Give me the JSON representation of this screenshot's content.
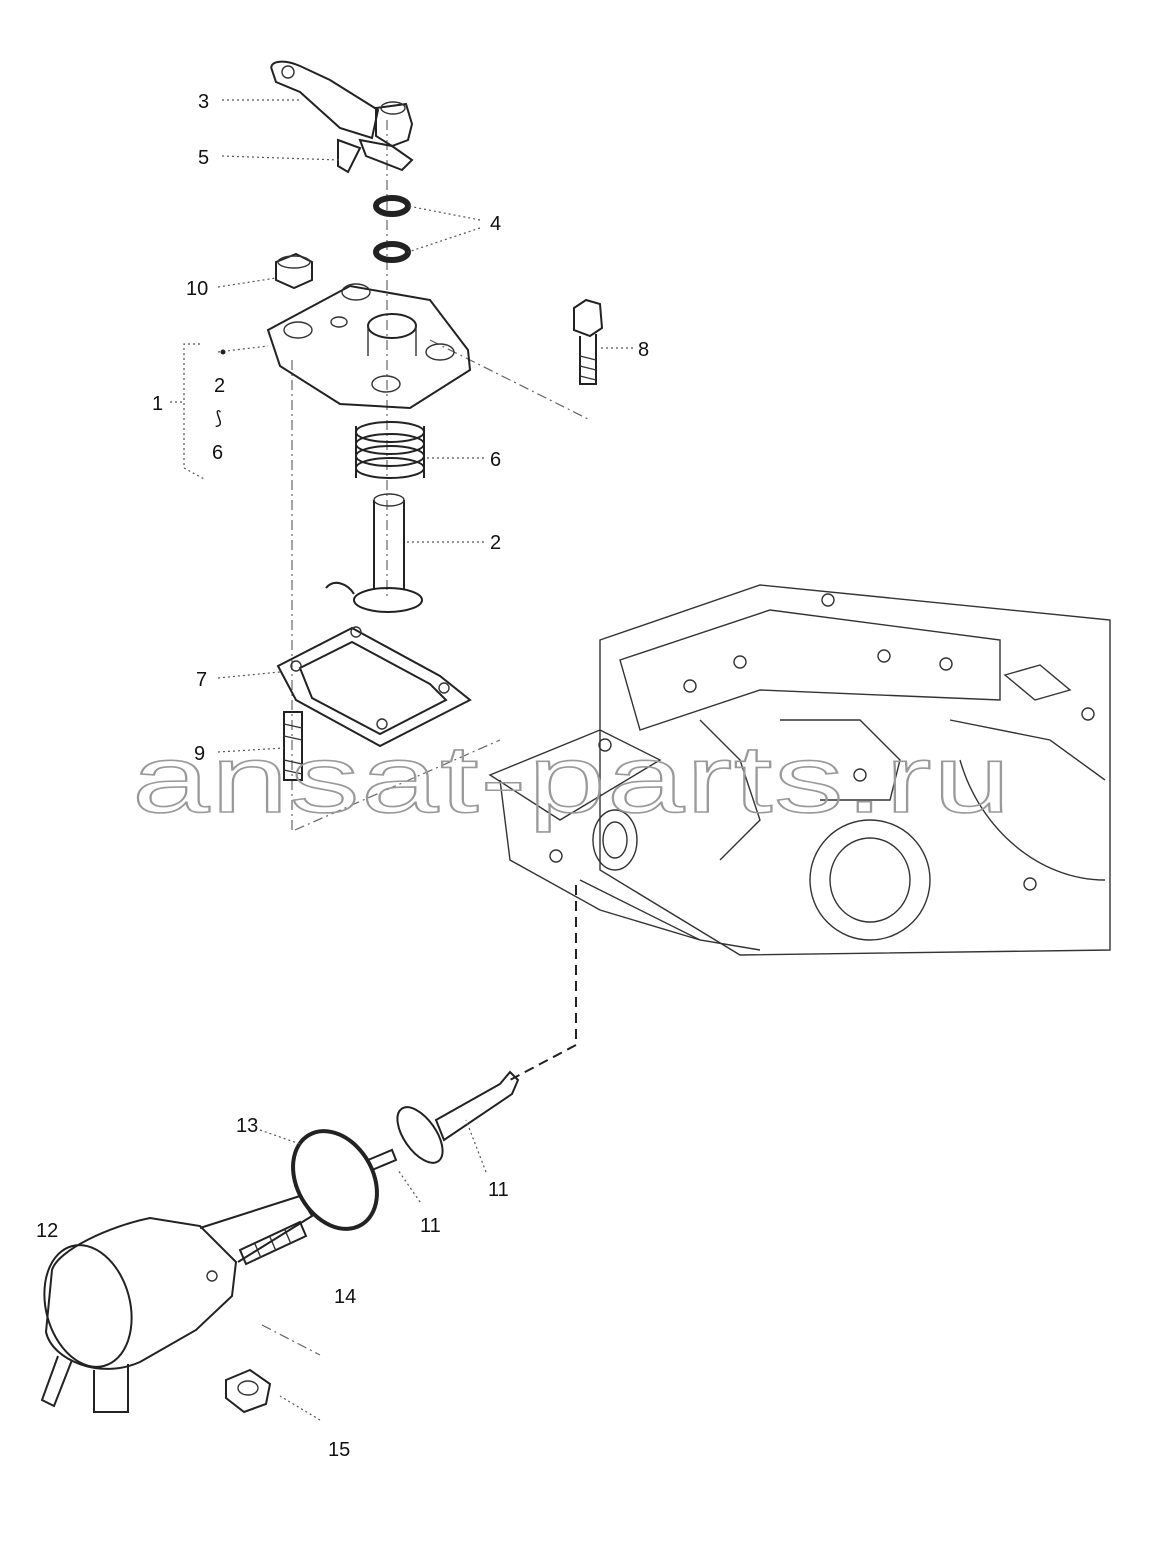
{
  "callouts": {
    "c1": "1",
    "c2a": "2",
    "c2b": "2",
    "c3": "3",
    "c4": "4",
    "c5": "5",
    "c6a": "6",
    "c6b": "6",
    "c7": "7",
    "c8": "8",
    "c9": "9",
    "c10": "10",
    "c11a": "11",
    "c11b": "11",
    "c12": "12",
    "c13": "13",
    "c14": "14",
    "c15": "15"
  },
  "group_range_marker": "⟆",
  "watermark": "ansat-parts.ru",
  "colors": {
    "line": "#222222",
    "watermark": "#999999",
    "background": "#ffffff"
  }
}
